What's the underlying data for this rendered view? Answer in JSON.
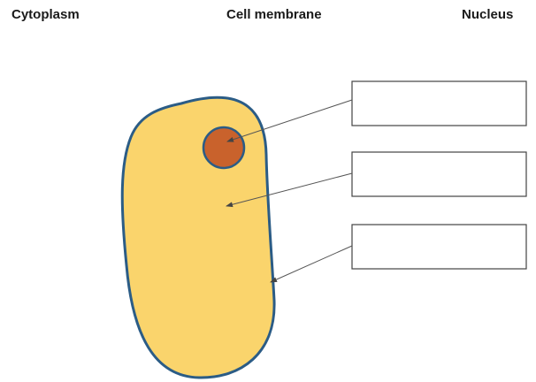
{
  "word_bank": {
    "items": [
      "Cytoplasm",
      "Cell membrane",
      "Nucleus"
    ]
  },
  "diagram": {
    "colors": {
      "cytoplasm_fill": "#FAD46C",
      "membrane_stroke": "#2B5C86",
      "nucleus_fill": "#C9622C",
      "nucleus_stroke": "#2B5C86",
      "box_stroke": "#444444",
      "arrow_color": "#555555"
    },
    "label_boxes": [
      {
        "label": "",
        "points_to": "nucleus"
      },
      {
        "label": "",
        "points_to": "cytoplasm"
      },
      {
        "label": "",
        "points_to": "cell membrane"
      }
    ]
  }
}
